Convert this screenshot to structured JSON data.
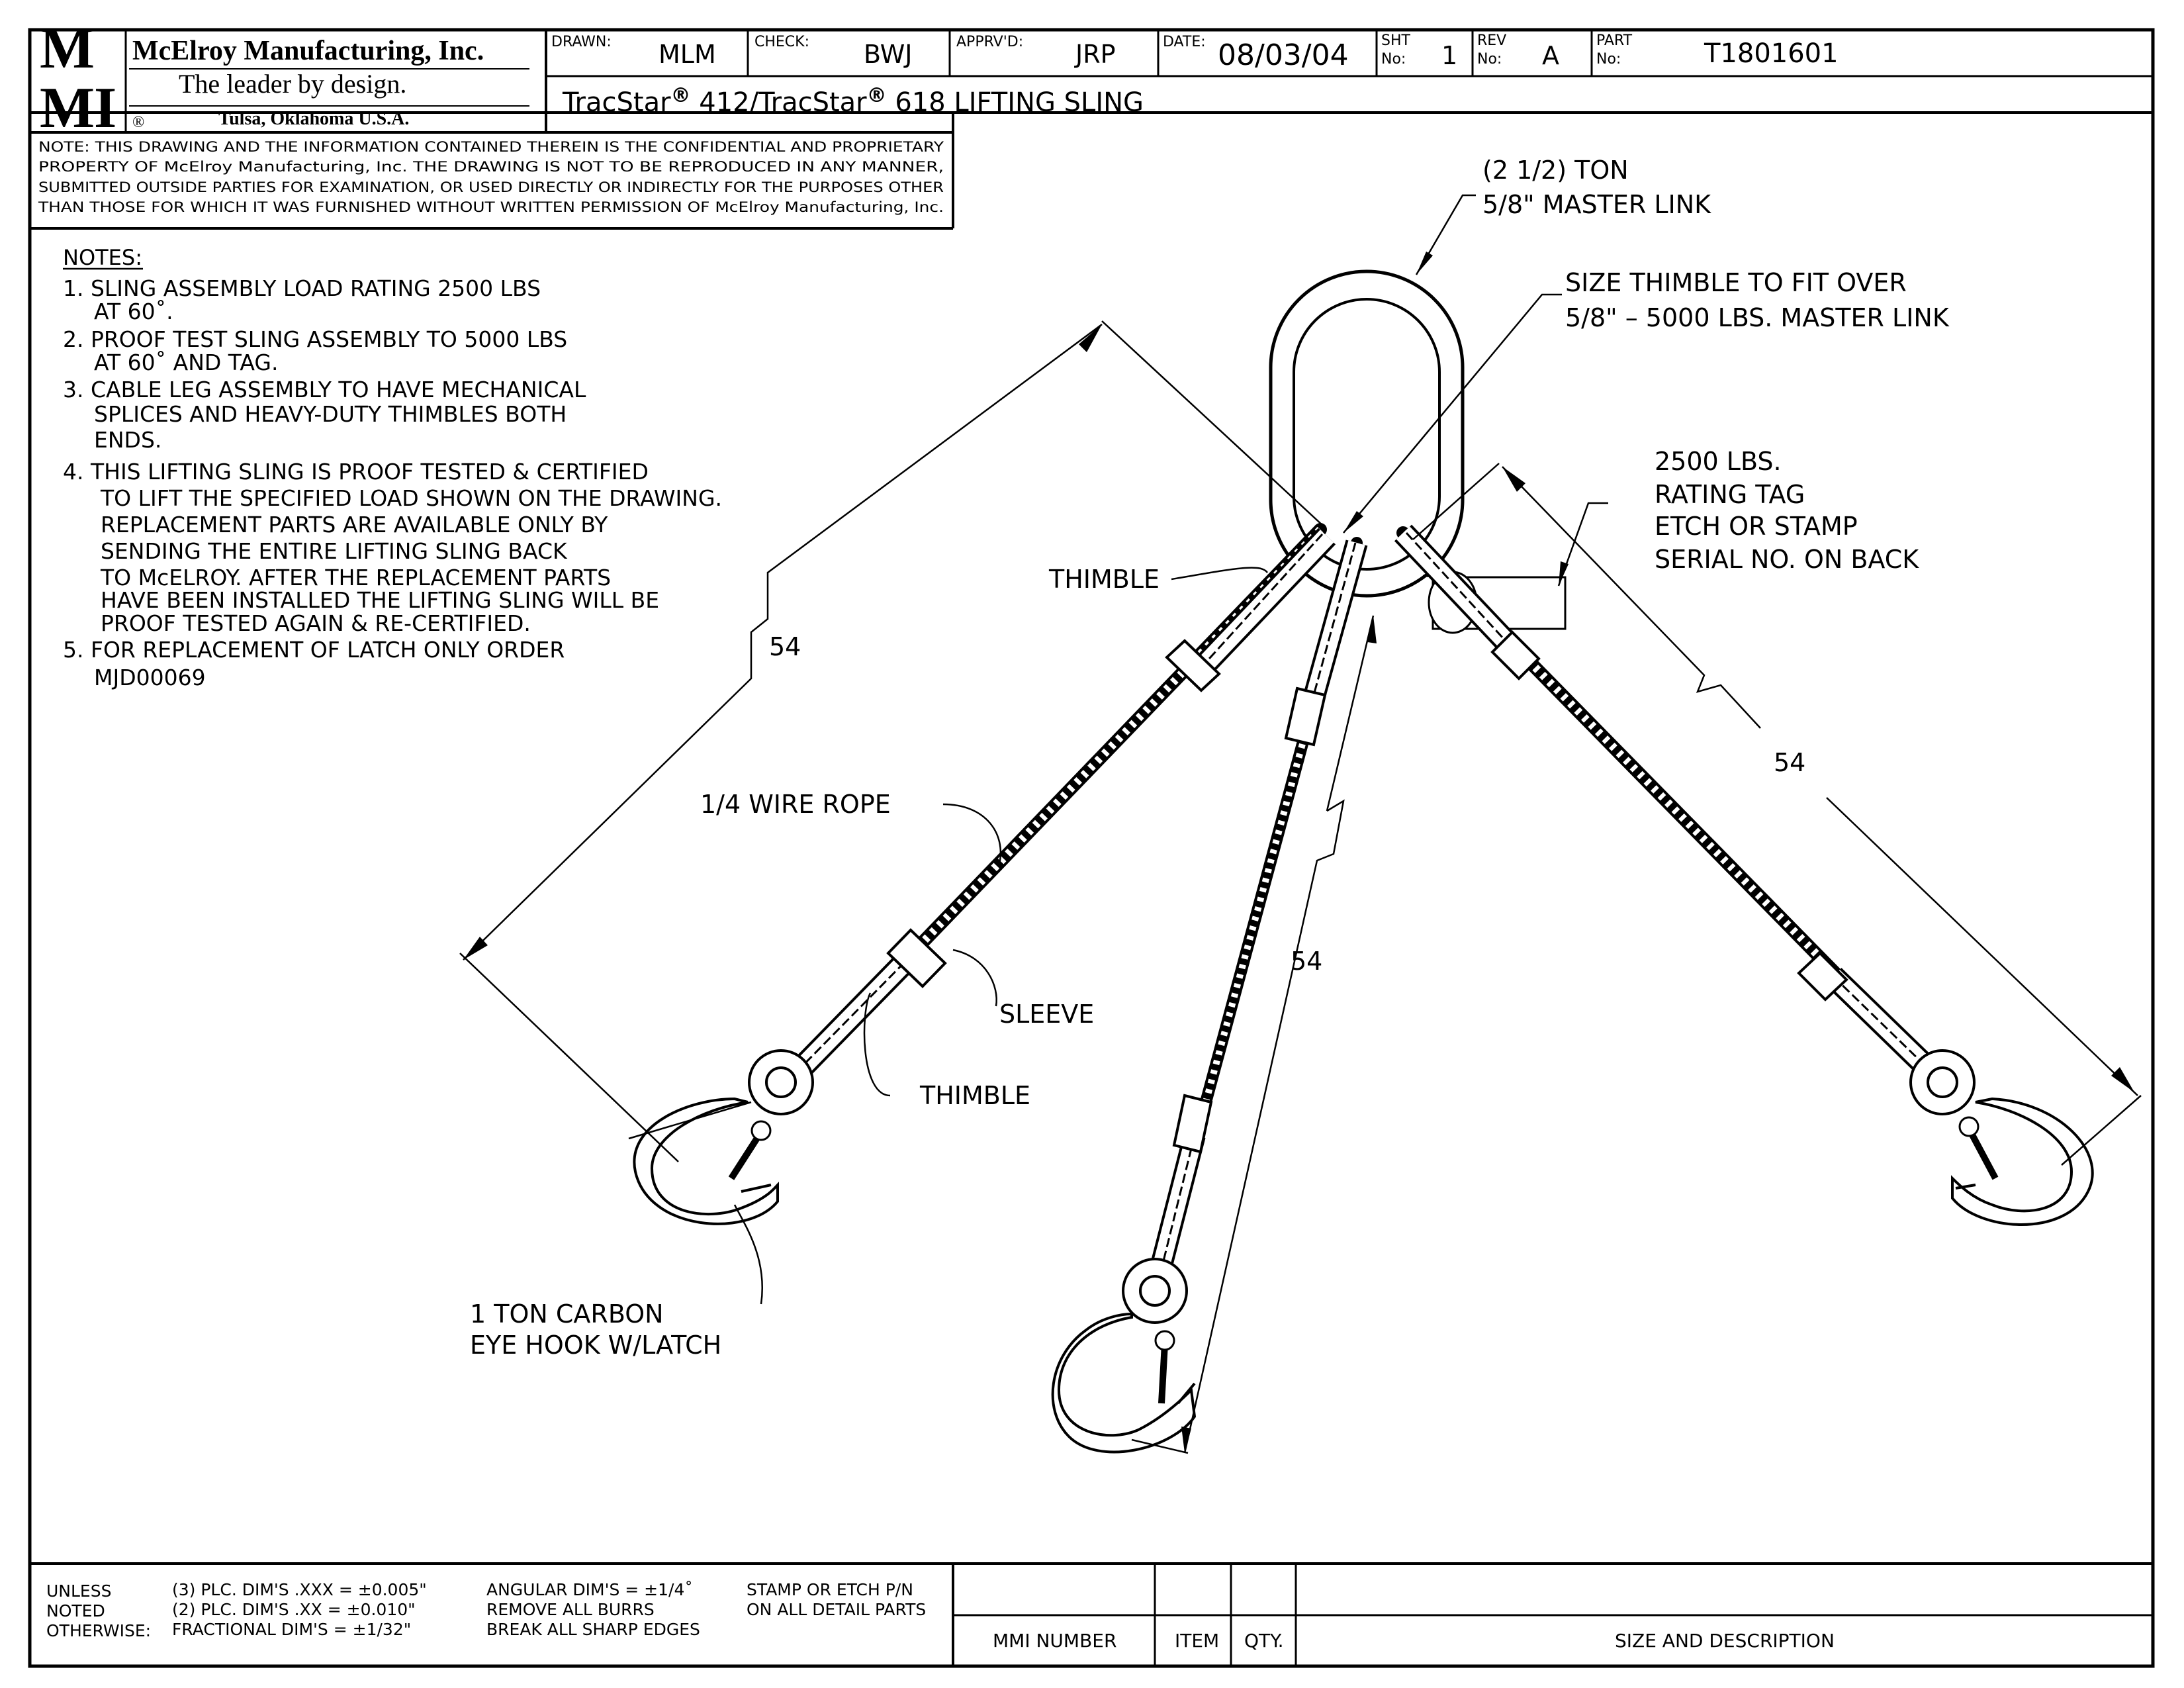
{
  "company": {
    "logo_letters": [
      "M",
      "M",
      "I"
    ],
    "name": "McElroy Manufacturing, Inc.",
    "slogan": "The leader by design.",
    "location": "Tulsa, Oklahoma U.S.A.",
    "registered_mark": "®"
  },
  "title_block": {
    "drawn_label": "DRAWN:",
    "drawn": "MLM",
    "check_label": "CHECK:",
    "check": "BWJ",
    "apprvd_label": "APPRV'D:",
    "apprvd": "JRP",
    "date_label": "DATE:",
    "date": "08/03/04",
    "sht_label_1": "SHT",
    "sht_label_2": "No:",
    "sht": "1",
    "rev_label_1": "REV",
    "rev_label_2": "No:",
    "rev": "A",
    "part_label_1": "PART",
    "part_label_2": "No:",
    "part": "T1801601",
    "title_1": "TracStar",
    "title_reg": "®",
    "title_2": " 412/TracStar",
    "title_3": " 618 LIFTING SLING"
  },
  "confidential_note": [
    "NOTE: THIS DRAWING AND THE INFORMATION CONTAINED THEREIN IS THE CONFIDENTIAL AND PROPRIETARY",
    "PROPERTY OF McElroy Manufacturing, Inc. THE DRAWING IS NOT TO BE REPRODUCED IN ANY MANNER,",
    "SUBMITTED OUTSIDE PARTIES FOR EXAMINATION, OR USED DIRECTLY OR INDIRECTLY FOR THE PURPOSES OTHER",
    "THAN THOSE FOR WHICH IT WAS FURNISHED WITHOUT WRITTEN PERMISSION OF McElroy Manufacturing, Inc."
  ],
  "notes": {
    "heading": "NOTES:",
    "lines": [
      "1.  SLING ASSEMBLY LOAD RATING 2500 LBS",
      "AT 60˚.",
      "2.  PROOF TEST SLING ASSEMBLY TO 5000 LBS",
      "AT 60˚ AND TAG.",
      "3.  CABLE LEG ASSEMBLY TO HAVE MECHANICAL",
      "SPLICES AND HEAVY-DUTY THIMBLES BOTH",
      "ENDS.",
      "4.  THIS LIFTING SLING IS PROOF TESTED & CERTIFIED",
      "TO LIFT THE SPECIFIED LOAD SHOWN ON THE DRAWING.",
      "REPLACEMENT PARTS ARE AVAILABLE ONLY BY",
      "SENDING THE ENTIRE LIFTING SLING BACK",
      "TO McELROY. AFTER THE REPLACEMENT PARTS",
      "HAVE BEEN INSTALLED THE LIFTING SLING WILL BE",
      "PROOF TESTED AGAIN & RE-CERTIFIED.",
      "5.  FOR REPLACEMENT OF LATCH ONLY ORDER",
      "MJD00069"
    ]
  },
  "callouts": {
    "master_link_1": "(2 1/2) TON",
    "master_link_2": "5/8\" MASTER LINK",
    "size_thimble_1": "SIZE THIMBLE TO FIT OVER",
    "size_thimble_2": "5/8\"  –  5000 LBS. MASTER LINK",
    "tag_1": "2500 LBS.",
    "tag_2": "RATING TAG",
    "tag_3": "ETCH OR STAMP",
    "tag_4": "SERIAL NO. ON BACK",
    "thimble_top": "THIMBLE",
    "wire_rope": "1/4 WIRE ROPE",
    "sleeve": "SLEEVE",
    "thimble_bottom": "THIMBLE",
    "hook_1": "1 TON CARBON",
    "hook_2": "EYE HOOK W/LATCH",
    "dim_left": "54",
    "dim_center": "54",
    "dim_right": "54"
  },
  "tolerances": {
    "col1_1": "UNLESS",
    "col1_2": "NOTED",
    "col1_3": "OTHERWISE:",
    "col2_1": "(3) PLC. DIM'S .XXX = ±0.005\"",
    "col2_2": "(2) PLC. DIM'S .XX = ±0.010\"",
    "col2_3": "FRACTIONAL DIM'S = ±1/32\"",
    "col3_1": "ANGULAR DIM'S = ±1/4˚",
    "col3_2": "REMOVE ALL BURRS",
    "col3_3": "BREAK ALL SHARP EDGES",
    "col4_1": "STAMP OR ETCH P/N",
    "col4_2": "ON ALL DETAIL PARTS"
  },
  "bom_headers": {
    "mmi_number": "MMI NUMBER",
    "item": "ITEM",
    "qty": "QTY.",
    "size_desc": "SIZE AND DESCRIPTION"
  }
}
